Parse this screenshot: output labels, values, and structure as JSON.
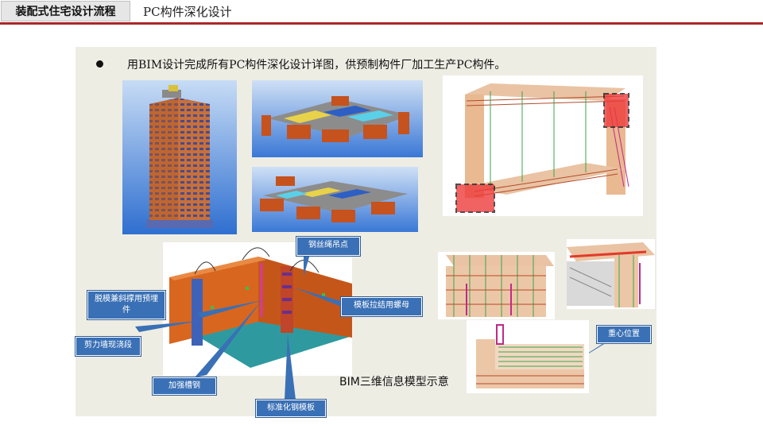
{
  "header": {
    "section_tab": "装配式住宅设计流程",
    "title": "PC构件深化设计"
  },
  "content": {
    "bullet_text": "用BIM设计完成所有PC构件深化设计详图，供预制构件厂加工生产PC构件。"
  },
  "callouts": {
    "wire_rope_lifting_point": "钢丝绳吊点",
    "demold_embedded_part": "脱模兼斜撑用预埋件",
    "formwork_tie_nut": "模板拉结用螺母",
    "shear_wall_cast_section": "剪力墙现浇段",
    "reinforcing_channel_steel": "加强槽钢",
    "standard_steel_formwork": "标准化钢模板",
    "center_of_gravity": "重心位置"
  },
  "caption": "BIM三维信息模型示意",
  "colors": {
    "accent_rule": "#a8282a",
    "callout_fill": "#3a70b5",
    "content_bg": "#eeede4"
  }
}
